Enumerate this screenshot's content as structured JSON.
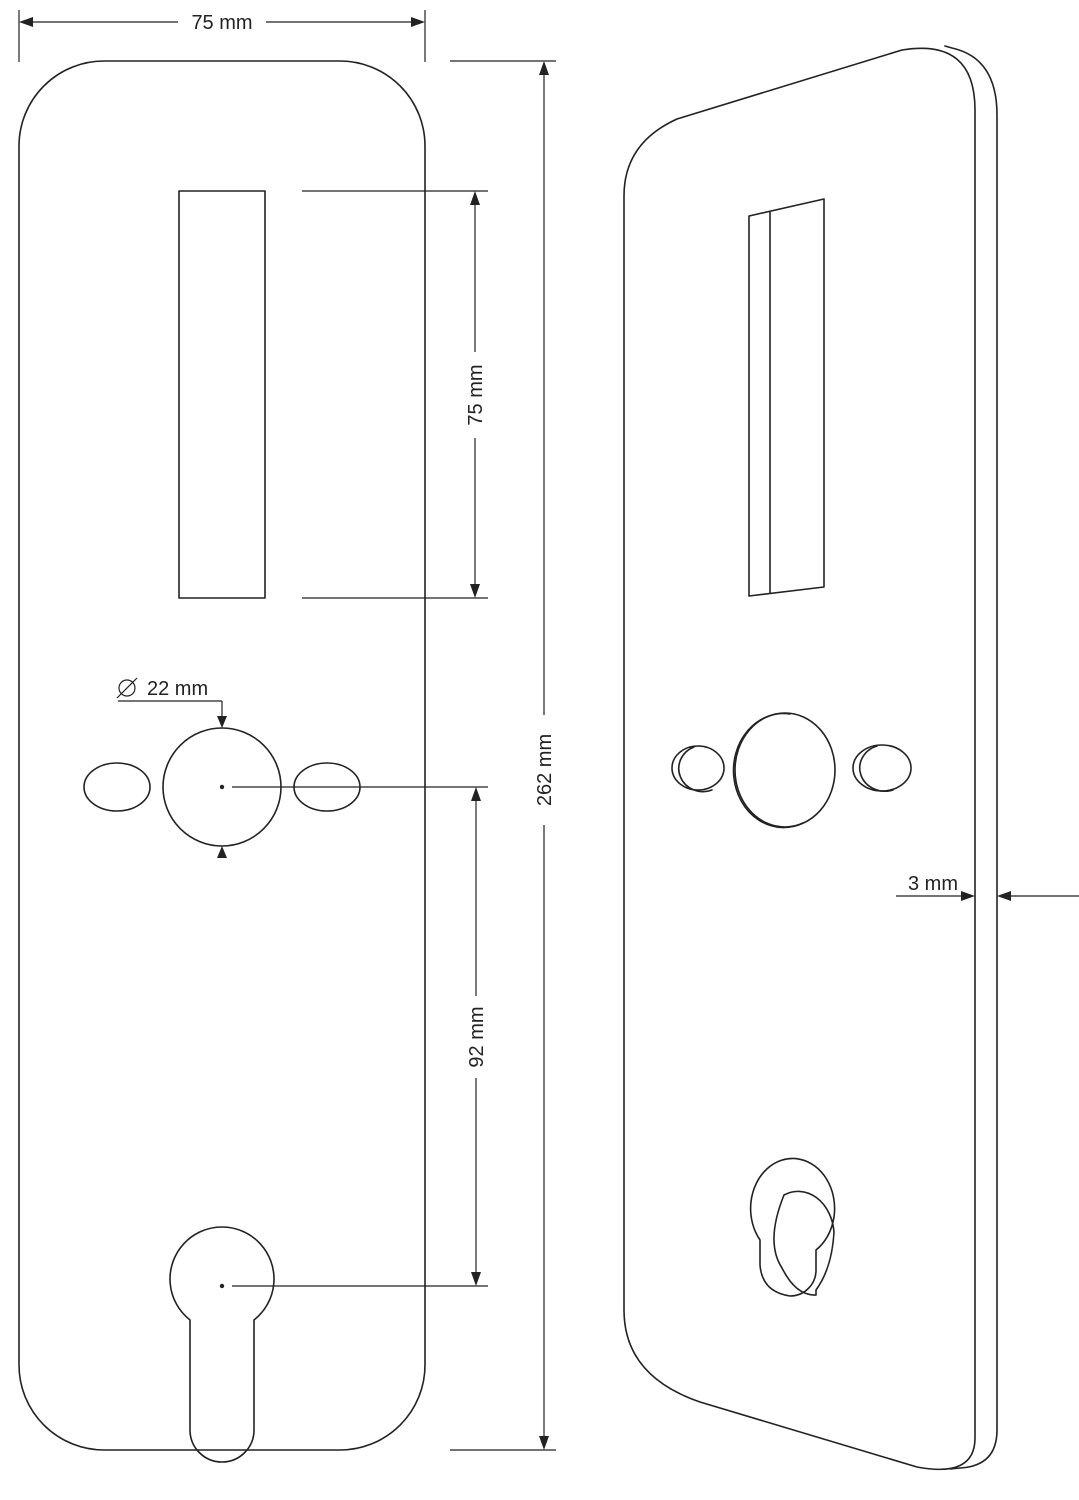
{
  "dimensions": {
    "width": "75 mm",
    "height": "262 mm",
    "slot_length": "75 mm",
    "spindle_diameter": "22 mm",
    "center_distance": "92 mm",
    "thickness": "3 mm"
  },
  "colors": {
    "line": "#222222",
    "background": "#ffffff"
  }
}
